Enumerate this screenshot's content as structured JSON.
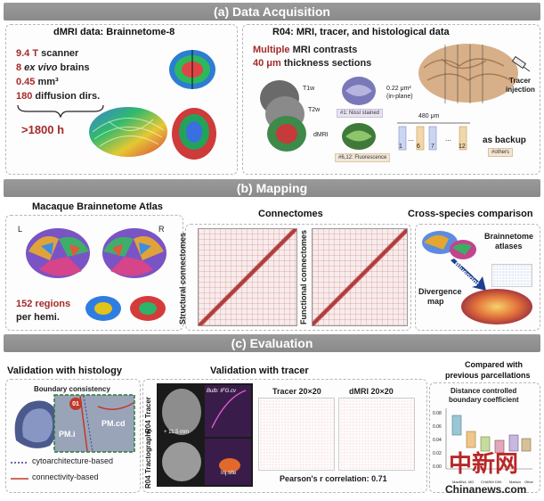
{
  "sections": {
    "a": "(a) Data Acquisition",
    "b": "(b) Mapping",
    "c": "(c) Evaluation"
  },
  "dmri": {
    "title": "dMRI data: Brainnetome-8",
    "line1_num": "9.4 T",
    "line1_rest": " scanner",
    "line2_num": "8",
    "line2_italic": " ex vivo",
    "line2_rest": " brains",
    "line3_num": "0.45",
    "line3_rest": " mm³",
    "line4_num": "180",
    "line4_rest": " diffusion dirs.",
    "total": ">1800 h"
  },
  "r04": {
    "title": "R04: MRI, tracer, and histological data",
    "multiple": "Multiple",
    "mri_rest": " MRI contrasts",
    "thick_num": "40 μm",
    "thick_rest": " thickness sections",
    "t1w": "T1w",
    "t2w": "T2w",
    "dmri": "dMRI",
    "nissl": "#1: Nissl stained",
    "fluor": "#6,12: Fluorescence",
    "res": "0.22 μm²",
    "res2": "(in-plane)",
    "span": "480 μm",
    "tracer": "Tracer",
    "injection": "injection",
    "backup": "as backup",
    "others": "#others",
    "slices": [
      "1",
      "6",
      "7",
      "12"
    ]
  },
  "mapping": {
    "atlas_title": "Macaque Brainnetome Atlas",
    "left": "L",
    "right": "R",
    "regions": "152 regions",
    "per_hemi": "per hemi.",
    "conn_title": "Connectomes",
    "structural": "Structural connectomes",
    "functional": "Functional connectomes",
    "cross_title": "Cross-species comparison",
    "brainnetome": "Brainnetome",
    "atlases": "atlases",
    "blueprint": "Blueprint",
    "divergence": "Divergence",
    "map": "map"
  },
  "evaluation": {
    "histo_title": "Validation with histology",
    "boundary": "Boundary consistency",
    "pm_i": "PM.i",
    "pm_cd": "PM.cd",
    "badge": "01",
    "legend1": "cytoarchitecture-based",
    "legend2": "connectivity-based",
    "tracer_title": "Validation with tracer",
    "r04_tracer": "R04 Tracer",
    "r04_tracto": "R04 Tractography",
    "inject": "Inj.site",
    "depth": "+ 11.5 mm",
    "seed": "Bulb: IFG.cv",
    "tracer_mat": "Tracer 20×20",
    "dmri_mat": "dMRI 20×20",
    "pearson": "Pearson's r correlation: 0.71",
    "compare_title1": "Compared with",
    "compare_title2": "previous parcellations",
    "coef1": "Distance controlled",
    "coef2": "boundary coefficient",
    "yticks": [
      "0.08",
      "0.06",
      "0.04",
      "0.02",
      "0.00"
    ],
    "xcats": [
      "MacBNA",
      "MD",
      "CHARM",
      "D99",
      "Markov",
      "Other"
    ]
  },
  "watermark": {
    "chinese": "中新网",
    "site": "Chinanews.com"
  },
  "colors": {
    "accent_red": "#a52a2a",
    "banner": "#8f8f8f"
  }
}
